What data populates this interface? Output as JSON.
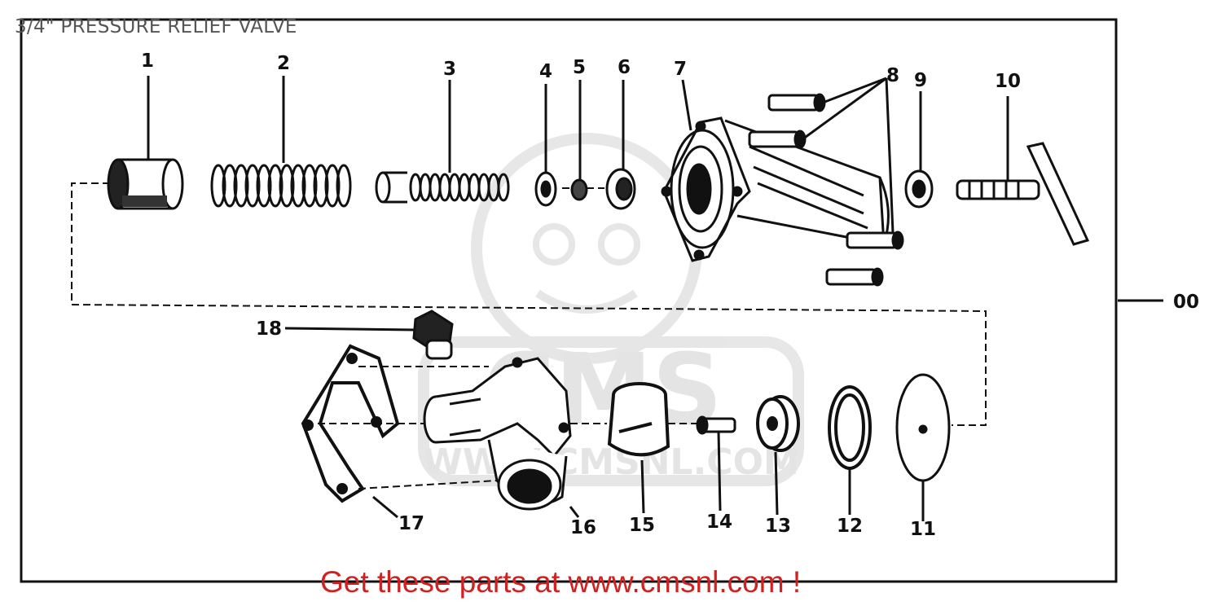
{
  "title": "3/4\" PRESSURE RELIEF VALVE",
  "footer_text": "Get these parts at www.cmsnl.com !",
  "watermark": {
    "brand": "CMS",
    "url": "WWW.CMSNL.COM"
  },
  "assembly_label": "00",
  "callouts": [
    "1",
    "2",
    "3",
    "4",
    "5",
    "6",
    "7",
    "8",
    "9",
    "10",
    "11",
    "12",
    "13",
    "14",
    "15",
    "16",
    "17",
    "18"
  ],
  "colors": {
    "line": "#111111",
    "footer": "#d21f1f",
    "title": "#555555",
    "watermark": "#e2e2e2"
  }
}
